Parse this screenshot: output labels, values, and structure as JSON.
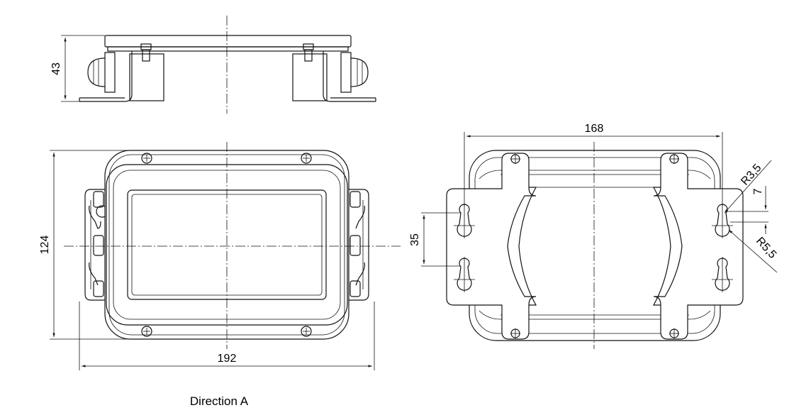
{
  "dimensions": {
    "height": "43",
    "width_inner": "168",
    "hole_radius_small": "R3,5",
    "hole_spacing_offset": "7",
    "height_total": "124",
    "hole_spacing": "35",
    "hole_radius_large": "R5,5",
    "width_total": "192"
  },
  "caption": "Direction A",
  "colors": {
    "line": "#111111",
    "background": "#ffffff"
  }
}
